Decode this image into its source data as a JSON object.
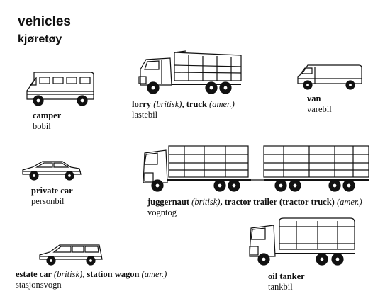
{
  "title": "vehicles",
  "subtitle": "kjøretøy",
  "vehicles": {
    "camper": {
      "name": "camper",
      "translation": "bobil"
    },
    "lorry": {
      "name": "lorry",
      "qualifier1": "(britisk)",
      "sep": ", ",
      "alt": "truck",
      "qualifier2": "(amer.)",
      "translation": "lastebil"
    },
    "van": {
      "name": "van",
      "translation": "varebil"
    },
    "privatecar": {
      "name": "private car",
      "translation": "personbil"
    },
    "juggernaut": {
      "name": "juggernaut",
      "qualifier1": "(britisk)",
      "sep": ", ",
      "alt": "tractor trailer (tractor truck)",
      "qualifier2": "(amer.)",
      "translation": "vogntog"
    },
    "estate": {
      "name": "estate car",
      "qualifier1": "(britisk)",
      "sep": ", ",
      "alt": "station wagon",
      "qualifier2": "(amer.)",
      "translation": "stasjonsvogn"
    },
    "tanker": {
      "name": "oil tanker",
      "translation": "tankbil"
    }
  }
}
